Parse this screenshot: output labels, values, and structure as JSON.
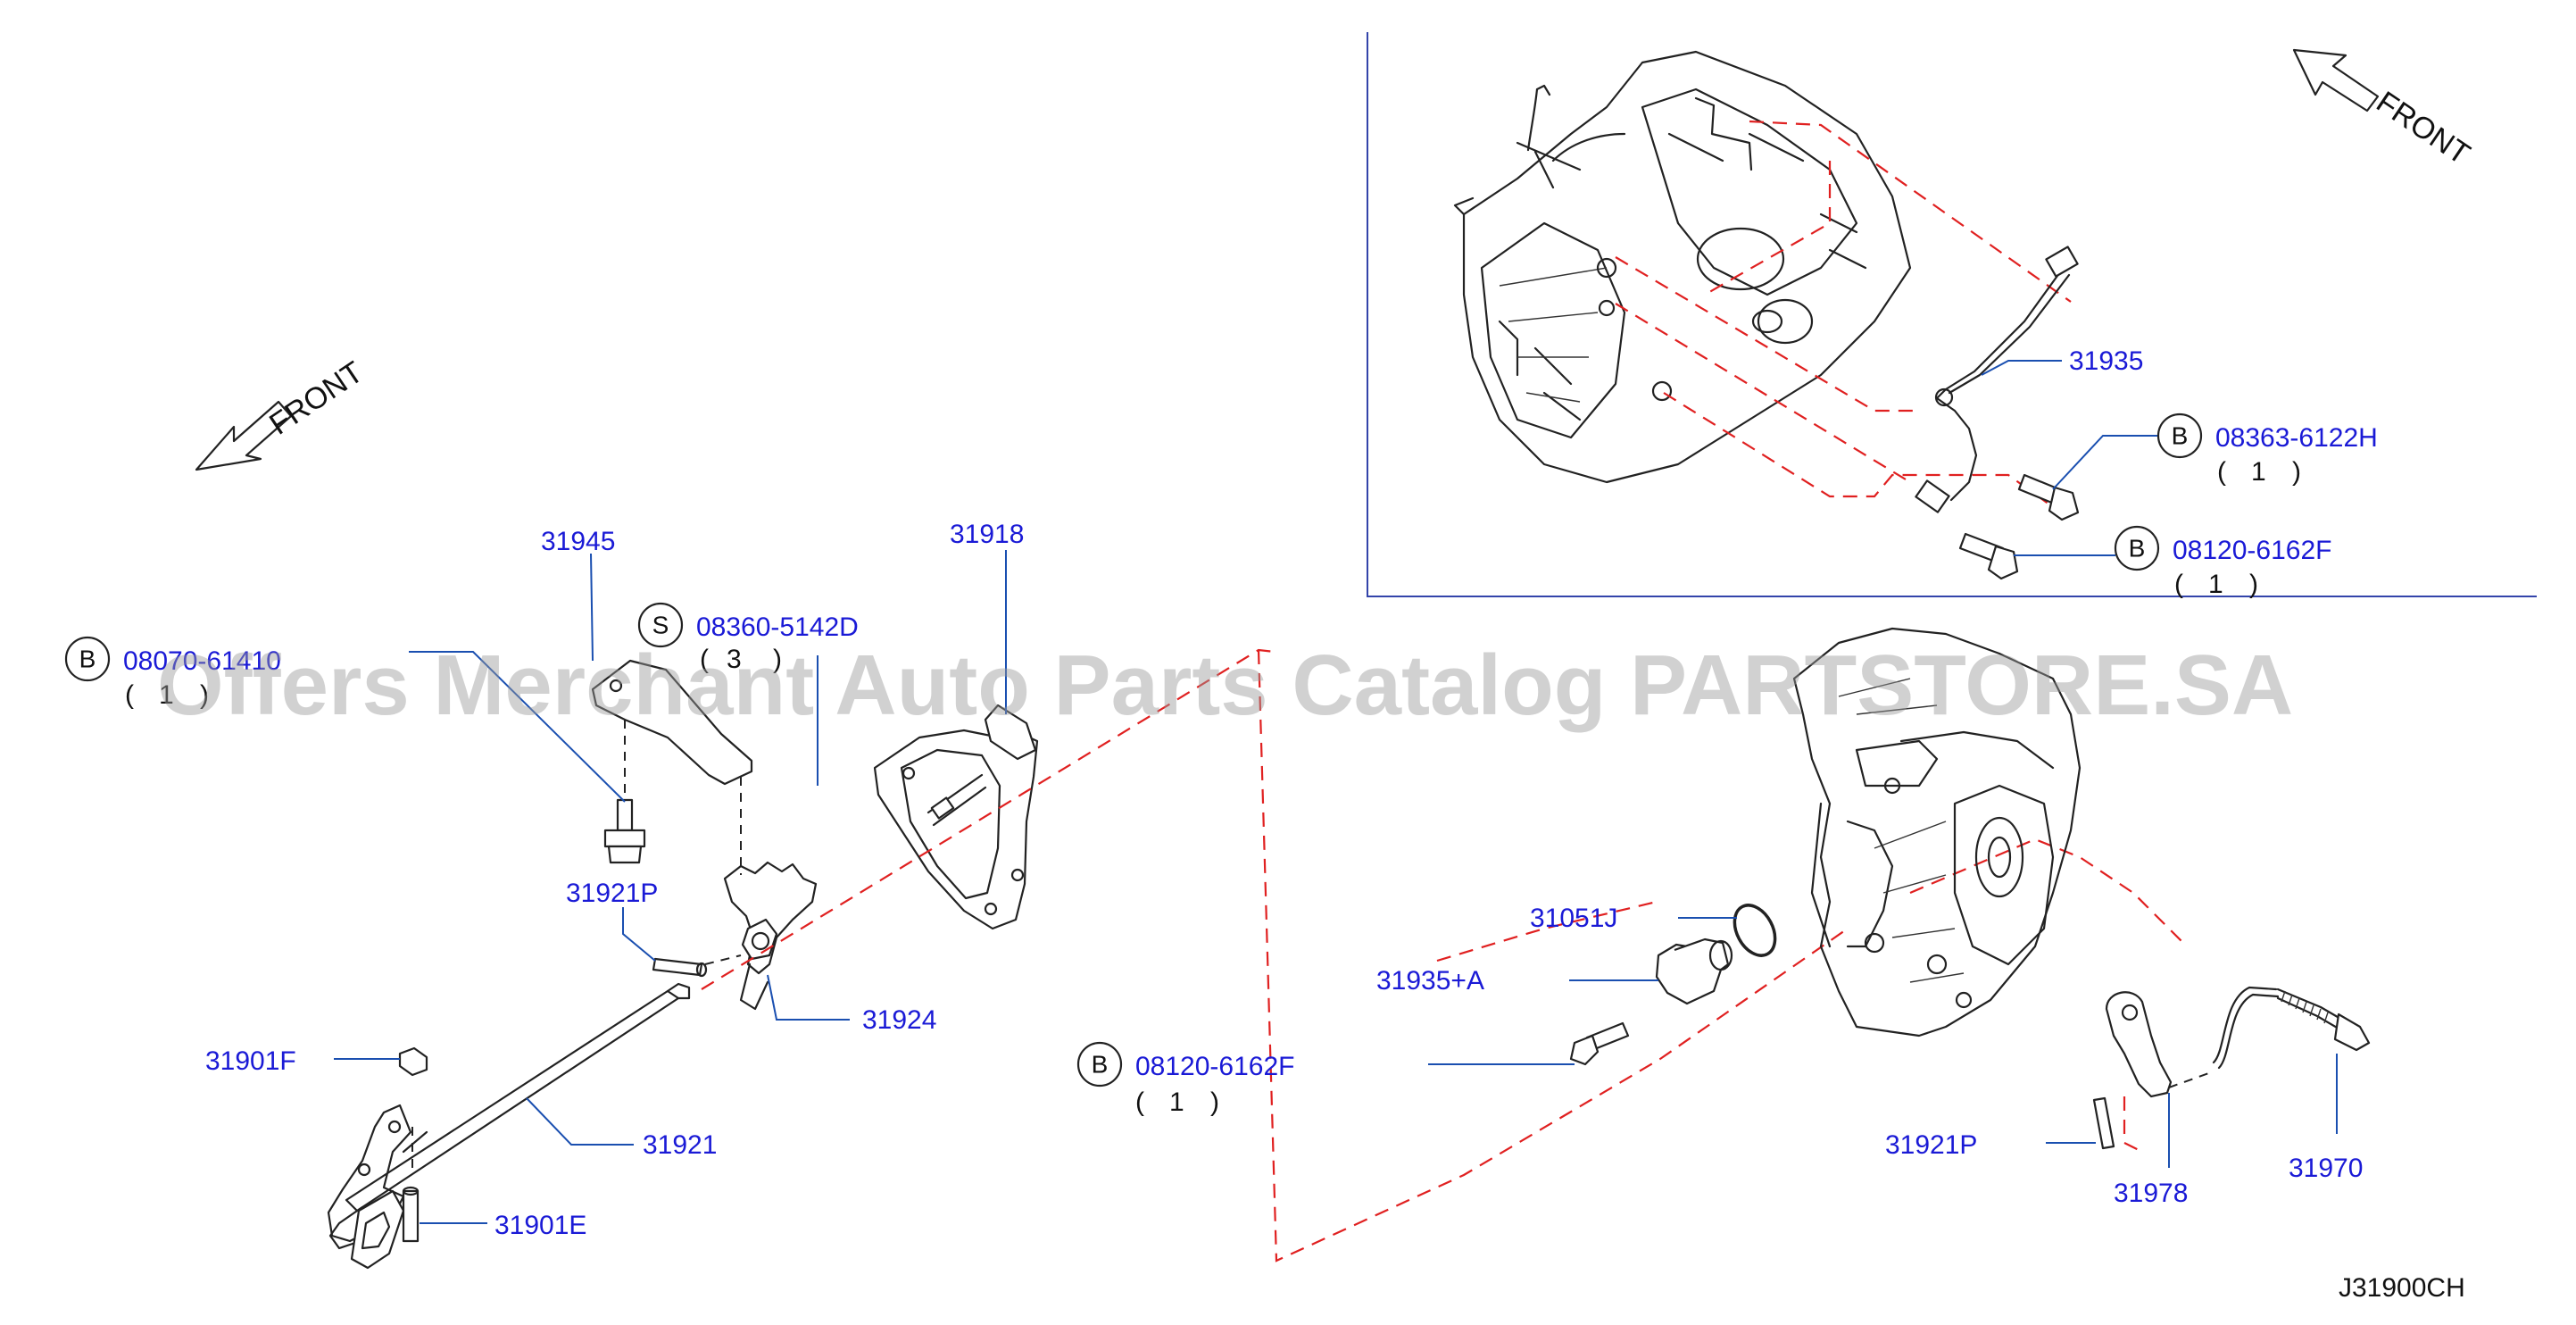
{
  "diagram_code": "J31900CH",
  "front_label": "FRONT",
  "watermark": "Offers Merchant Auto Parts Catalog PARTSTORE.SA",
  "part_numbers": {
    "p31945": "31945",
    "p31918": "31918",
    "p31921P_left": "31921P",
    "p31924": "31924",
    "p31901F": "31901F",
    "p31921": "31921",
    "p31901E": "31901E",
    "p31935": "31935",
    "p31051J": "31051J",
    "p31935A": "31935+A",
    "p31921P_right": "31921P",
    "p31978": "31978",
    "p31970": "31970"
  },
  "bolts": {
    "b_left": {
      "letter": "B",
      "code": "08070-61410",
      "qty": "1"
    },
    "s_left": {
      "letter": "S",
      "code": "08360-5142D",
      "qty": "3"
    },
    "b_center": {
      "letter": "B",
      "code": "08120-6162F",
      "qty": "1"
    },
    "b_top1": {
      "letter": "B",
      "code": "08363-6122H",
      "qty": "1"
    },
    "b_top2": {
      "letter": "B",
      "code": "08120-6162F",
      "qty": "1"
    }
  },
  "colors": {
    "label": "#1a1ad6",
    "leader": "#1a4fb0",
    "dash": "#e02020",
    "ink": "#222222"
  },
  "icons": [
    "front-arrow-icon",
    "transmission-case-icon",
    "shift-lever-icon",
    "speed-sensor-icon"
  ]
}
